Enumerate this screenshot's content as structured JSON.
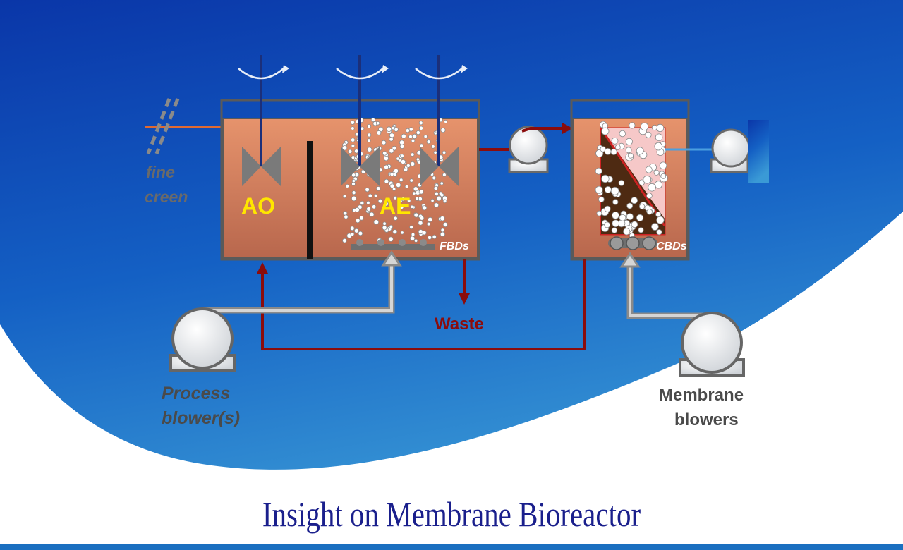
{
  "labels": {
    "fine_screen_1": "fine",
    "fine_screen_2": "creen",
    "anoxic_zone": "AO",
    "aerobic_zone": "AE",
    "fine_bubble_diffusers": "FBDs",
    "coarse_bubble_diffusers": "CBDs",
    "waste": "Waste",
    "process_blower_1": "Process",
    "process_blower_2": "blower(s)",
    "membrane_blower_1": "Membrane",
    "membrane_blower_2": "blowers"
  },
  "caption": "Insight on Membrane Bioreactor",
  "colors": {
    "background_top": "#0a3fb0",
    "background_bottom": "#2a8fd0",
    "tank_fill": "#c9765a",
    "tank_top": "#e6936c",
    "zone_label": "#ffe600",
    "recycle_line": "#8b0c0c",
    "air_line": "#7d7d7d",
    "caption": "#1a1f8c"
  }
}
